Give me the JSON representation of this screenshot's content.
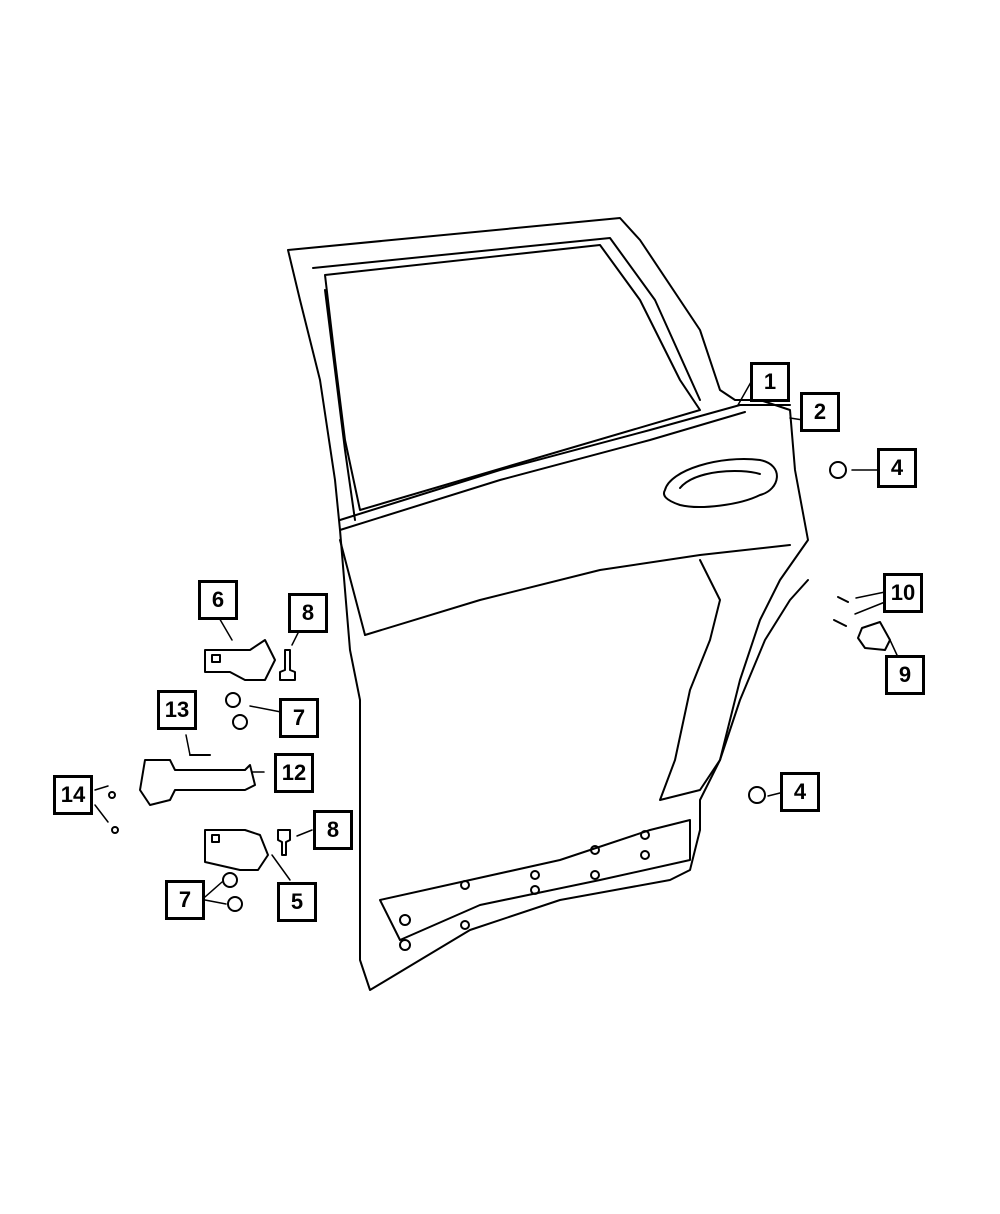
{
  "diagram": {
    "callouts": [
      {
        "key": "c1",
        "label": "1"
      },
      {
        "key": "c2",
        "label": "2"
      },
      {
        "key": "c4a",
        "label": "4"
      },
      {
        "key": "c10",
        "label": "10"
      },
      {
        "key": "c9",
        "label": "9"
      },
      {
        "key": "c4b",
        "label": "4"
      },
      {
        "key": "c6",
        "label": "6"
      },
      {
        "key": "c8a",
        "label": "8"
      },
      {
        "key": "c13",
        "label": "13"
      },
      {
        "key": "c7a",
        "label": "7"
      },
      {
        "key": "c12",
        "label": "12"
      },
      {
        "key": "c14",
        "label": "14"
      },
      {
        "key": "c8b",
        "label": "8"
      },
      {
        "key": "c5",
        "label": "5"
      },
      {
        "key": "c7b",
        "label": "7"
      }
    ]
  }
}
